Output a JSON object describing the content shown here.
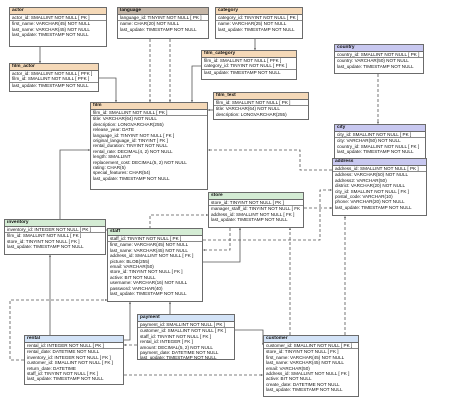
{
  "colors": {
    "border": "#6b6b6b",
    "link": "#555555",
    "head_actor": "#f5d9b8",
    "head_language": "#c4b5a6",
    "head_category": "#f5d9b8",
    "head_film_category": "#f5d9b8",
    "head_country": "#c8c8f0",
    "head_film_actor": "#f5d9b8",
    "head_film": "#f5d9b8",
    "head_film_text": "#f5d9b8",
    "head_city": "#c8c8f0",
    "head_address": "#c8c8f0",
    "head_store": "#d4ecd4",
    "head_inventory": "#d4ecd4",
    "head_staff": "#d4ecd4",
    "head_payment": "#d3e3f7",
    "head_rental": "#d3e3f7",
    "head_customer": "#d3e3f7"
  },
  "tables": [
    {
      "key": "actor",
      "title": "actor",
      "pk": [
        "actor_id: SMALLINT   NOT NULL  [ PK ]"
      ],
      "cols": [
        "first_name: VARCHAR(45)   NOT NULL",
        "last_name: VARCHAR(45)   NOT NULL",
        "last_update: TIMESTAMP   NOT NULL"
      ]
    },
    {
      "key": "language",
      "title": "language",
      "pk": [
        "language_id: TINYINT   NOT NULL  [ PK ]"
      ],
      "cols": [
        "name: CHAR(20)   NOT NULL",
        "last_update: TIMESTAMP   NOT NULL"
      ]
    },
    {
      "key": "category",
      "title": "category",
      "pk": [
        "category_id: TINYINT   NOT NULL  [ PK ]"
      ],
      "cols": [
        "name: VARCHAR(25)   NOT NULL",
        "last_update: TIMESTAMP   NOT NULL"
      ]
    },
    {
      "key": "film_category",
      "title": "film_category",
      "pk": [
        "film_id: SMALLINT   NOT NULL  [ PFK ]",
        "category_id: TINYINT   NOT NULL  [ PFK ]"
      ],
      "cols": [
        "last_update: TIMESTAMP   NOT NULL"
      ]
    },
    {
      "key": "country",
      "title": "country",
      "pk": [
        "country_id: SMALLINT   NOT NULL  [ PK ]"
      ],
      "cols": [
        "country: VARCHAR(50)   NOT NULL",
        "last_update: TIMESTAMP   NOT NULL"
      ]
    },
    {
      "key": "film_actor",
      "title": "film_actor",
      "pk": [
        "actor_id: SMALLINT   NOT NULL  [ PFK ]",
        "film_id: SMALLINT   NOT NULL  [ PFK ]"
      ],
      "cols": [
        "last_update: TIMESTAMP   NOT NULL"
      ]
    },
    {
      "key": "film",
      "title": "film",
      "pk": [
        "film_id: SMALLINT   NOT NULL  [ PK ]"
      ],
      "cols": [
        "title: VARCHAR(64)   NOT NULL",
        "description: LONGVARCHAR(255)",
        "release_year: DATE",
        "language_id: TINYINT   NOT NULL  [ FK ]",
        "original_language_id: TINYINT  [ FK ]",
        "rental_duration: TINYINT   NOT NULL",
        "rental_rate: DECIMAL(4, 2)   NOT NULL",
        "length: SMALLINT",
        "replacement_cost: DECIMAL(5, 2)   NOT NULL",
        "rating: CHAR(5)",
        "special_features: CHAR(54)",
        "last_update: TIMESTAMP   NOT NULL"
      ]
    },
    {
      "key": "film_text",
      "title": "film_text",
      "pk": [
        "film_id: SMALLINT   NOT NULL  [ PK ]"
      ],
      "cols": [
        "title: VARCHAR(64)   NOT NULL",
        "description: LONGVARCHAR(255)"
      ]
    },
    {
      "key": "city",
      "title": "city",
      "pk": [
        "city_id: SMALLINT   NOT NULL  [ PK ]"
      ],
      "cols": [
        "city: VARCHAR(50)   NOT NULL",
        "country_id: SMALLINT   NOT NULL  [ FK ]",
        "last_update: TIMESTAMP   NOT NULL"
      ]
    },
    {
      "key": "address",
      "title": "address",
      "pk": [
        "address_id: SMALLINT   NOT NULL  [ PK ]"
      ],
      "cols": [
        "address: VARCHAR(50)   NOT NULL",
        "address2: VARCHAR(50)",
        "district: VARCHAR(20)   NOT NULL",
        "city_id: SMALLINT   NOT NULL  [ FK ]",
        "postal_code: VARCHAR(10)",
        "phone: VARCHAR(20)   NOT NULL",
        "last_update: TIMESTAMP   NOT NULL"
      ]
    },
    {
      "key": "store",
      "title": "store",
      "pk": [
        "store_id: TINYINT   NOT NULL  [ PK ]"
      ],
      "cols": [
        "manager_staff_id: TINYINT   NOT NULL  [ FK ]",
        "address_id: SMALLINT   NOT NULL  [ FK ]",
        "last_update: TIMESTAMP   NOT NULL"
      ]
    },
    {
      "key": "inventory",
      "title": "inventory",
      "pk": [
        "inventory_id: INTEGER   NOT NULL  [ PK ]"
      ],
      "cols": [
        "film_id: SMALLINT   NOT NULL  [ FK ]",
        "store_id: TINYINT   NOT NULL  [ FK ]",
        "last_update: TIMESTAMP   NOT NULL"
      ]
    },
    {
      "key": "staff",
      "title": "staff",
      "pk": [
        "staff_id: TINYINT   NOT NULL  [ PK ]"
      ],
      "cols": [
        "first_name: VARCHAR(45)   NOT NULL",
        "last_name: VARCHAR(45)   NOT NULL",
        "address_id: SMALLINT   NOT NULL  [ FK ]",
        "picture: BLOB(255)",
        "email: VARCHAR(50)",
        "store_id: TINYINT   NOT NULL  [ FK ]",
        "active: BIT   NOT NULL",
        "username: VARCHAR(16)   NOT NULL",
        "password: VARCHAR(40)",
        "last_update: TIMESTAMP   NOT NULL"
      ]
    },
    {
      "key": "payment",
      "title": "payment",
      "pk": [
        "payment_id: SMALLINT   NOT NULL  [ PK ]"
      ],
      "cols": [
        "customer_id: SMALLINT   NOT NULL  [ FK ]",
        "staff_id: TINYINT   NOT NULL  [ FK ]",
        "rental_id: INTEGER  [ FK ]",
        "amount: DECIMAL(5, 2)   NOT NULL",
        "payment_date: DATETIME   NOT NULL",
        "last_update: TIMESTAMP   NOT NULL"
      ]
    },
    {
      "key": "rental",
      "title": "rental",
      "pk": [
        "rental_id: INTEGER   NOT NULL  [ PK ]"
      ],
      "cols": [
        "rental_date: DATETIME   NOT NULL",
        "inventory_id: INTEGER   NOT NULL  [ FK ]",
        "customer_id: SMALLINT   NOT NULL  [ FK ]",
        "return_date: DATETIME",
        "staff_id: TINYINT   NOT NULL  [ FK ]",
        "last_update: TIMESTAMP   NOT NULL"
      ]
    },
    {
      "key": "customer",
      "title": "customer",
      "pk": [
        "customer_id: SMALLINT   NOT NULL  [ PK ]"
      ],
      "cols": [
        "store_id: TINYINT   NOT NULL  [ FK ]",
        "first_name: VARCHAR(45)   NOT NULL",
        "last_name: VARCHAR(45)   NOT NULL",
        "email: VARCHAR(50)",
        "address_id: SMALLINT   NOT NULL  [ FK ]",
        "active: BIT   NOT NULL",
        "create_date: DATETIME   NOT NULL",
        "last_update: TIMESTAMP   NOT NULL"
      ]
    }
  ]
}
